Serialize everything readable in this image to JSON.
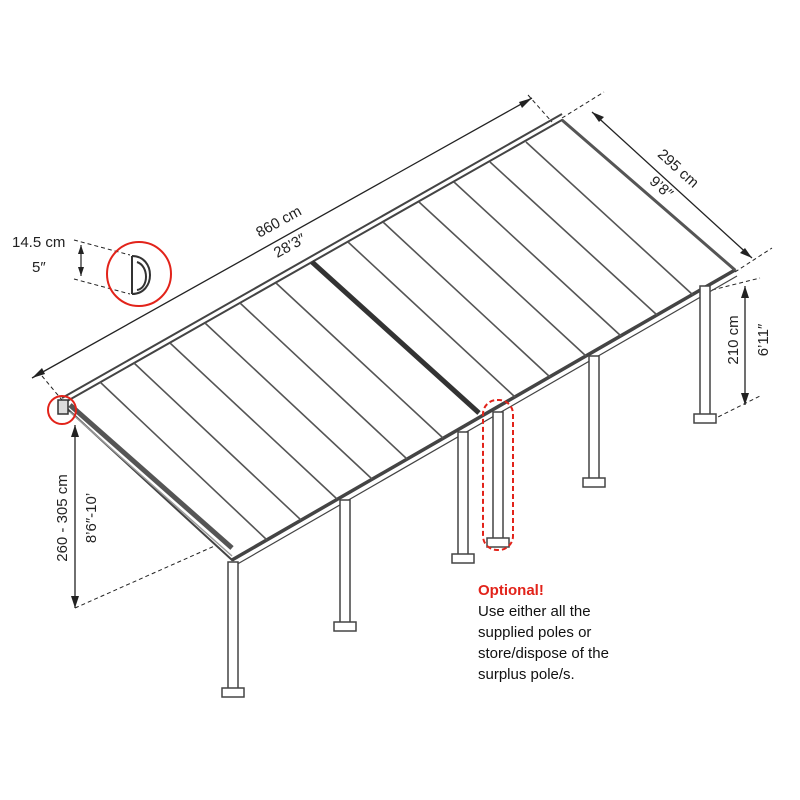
{
  "dimensions": {
    "length_cm": "860 cm",
    "length_ft": "28’3″",
    "width_cm": "295 cm",
    "width_ft": "9’8″",
    "back_height_cm": "210 cm",
    "back_height_ft": "6’11″",
    "front_height_cm": "260 - 305 cm",
    "front_height_ft": "8’6″-10’",
    "gutter_cm": "14.5 cm",
    "gutter_in": "5″"
  },
  "note": {
    "title": "Optional!",
    "lines": [
      "Use either all the",
      "supplied poles or",
      "store/dispose of the",
      "surplus pole/s."
    ]
  },
  "colors": {
    "accent": "#e2231a",
    "structure": "#444444",
    "dimension": "#222222"
  }
}
